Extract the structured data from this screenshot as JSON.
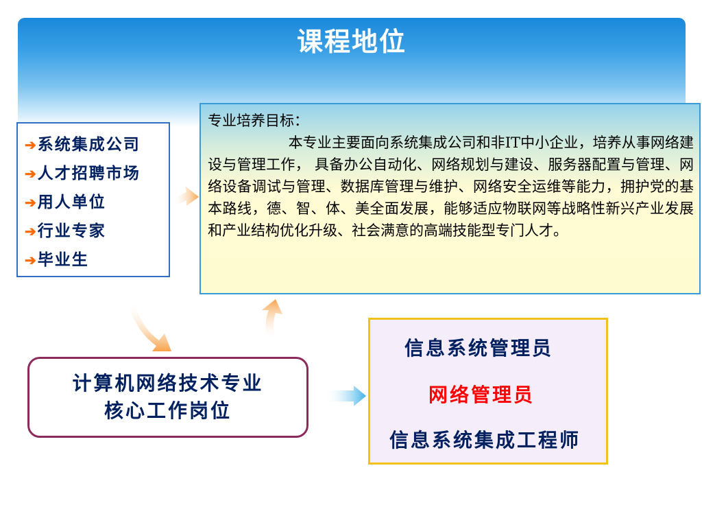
{
  "title": "课程地位",
  "sources": {
    "arrow_glyph": "➔",
    "items": [
      "系统集成公司",
      "人才招聘市场",
      "用人单位",
      "行业专家",
      "毕业生"
    ]
  },
  "goal": {
    "heading": "专业培养目标：",
    "body": "本专业主要面向系统集成公司和非IT中小企业，培养从事网络建设与管理工作， 具备办公自动化、网络规划与建设、服务器配置与管理、网络设备调试与管理、数据库管理与维护、网络安全运维等能力，拥护党的基本路线，德、智、体、美全面发展，能够适应物联网等战略性新兴产业发展和产业结构优化升级、社会满意的高端技能型专门人才。"
  },
  "core": {
    "line1": "计算机网络技术专业",
    "line2": "核心工作岗位"
  },
  "jobs": [
    "信息系统管理员",
    "网络管理员",
    "信息系统集成工程师"
  ],
  "colors": {
    "navy_text": "#002060",
    "highlight_job": "#ff0000",
    "bullet_arrow": "#ff6a00",
    "core_border": "#8c2a5c",
    "jobs_border": "#f2c21a",
    "flow_arrow": "#f7a24a",
    "link_arrow": "#3ab0ea"
  }
}
